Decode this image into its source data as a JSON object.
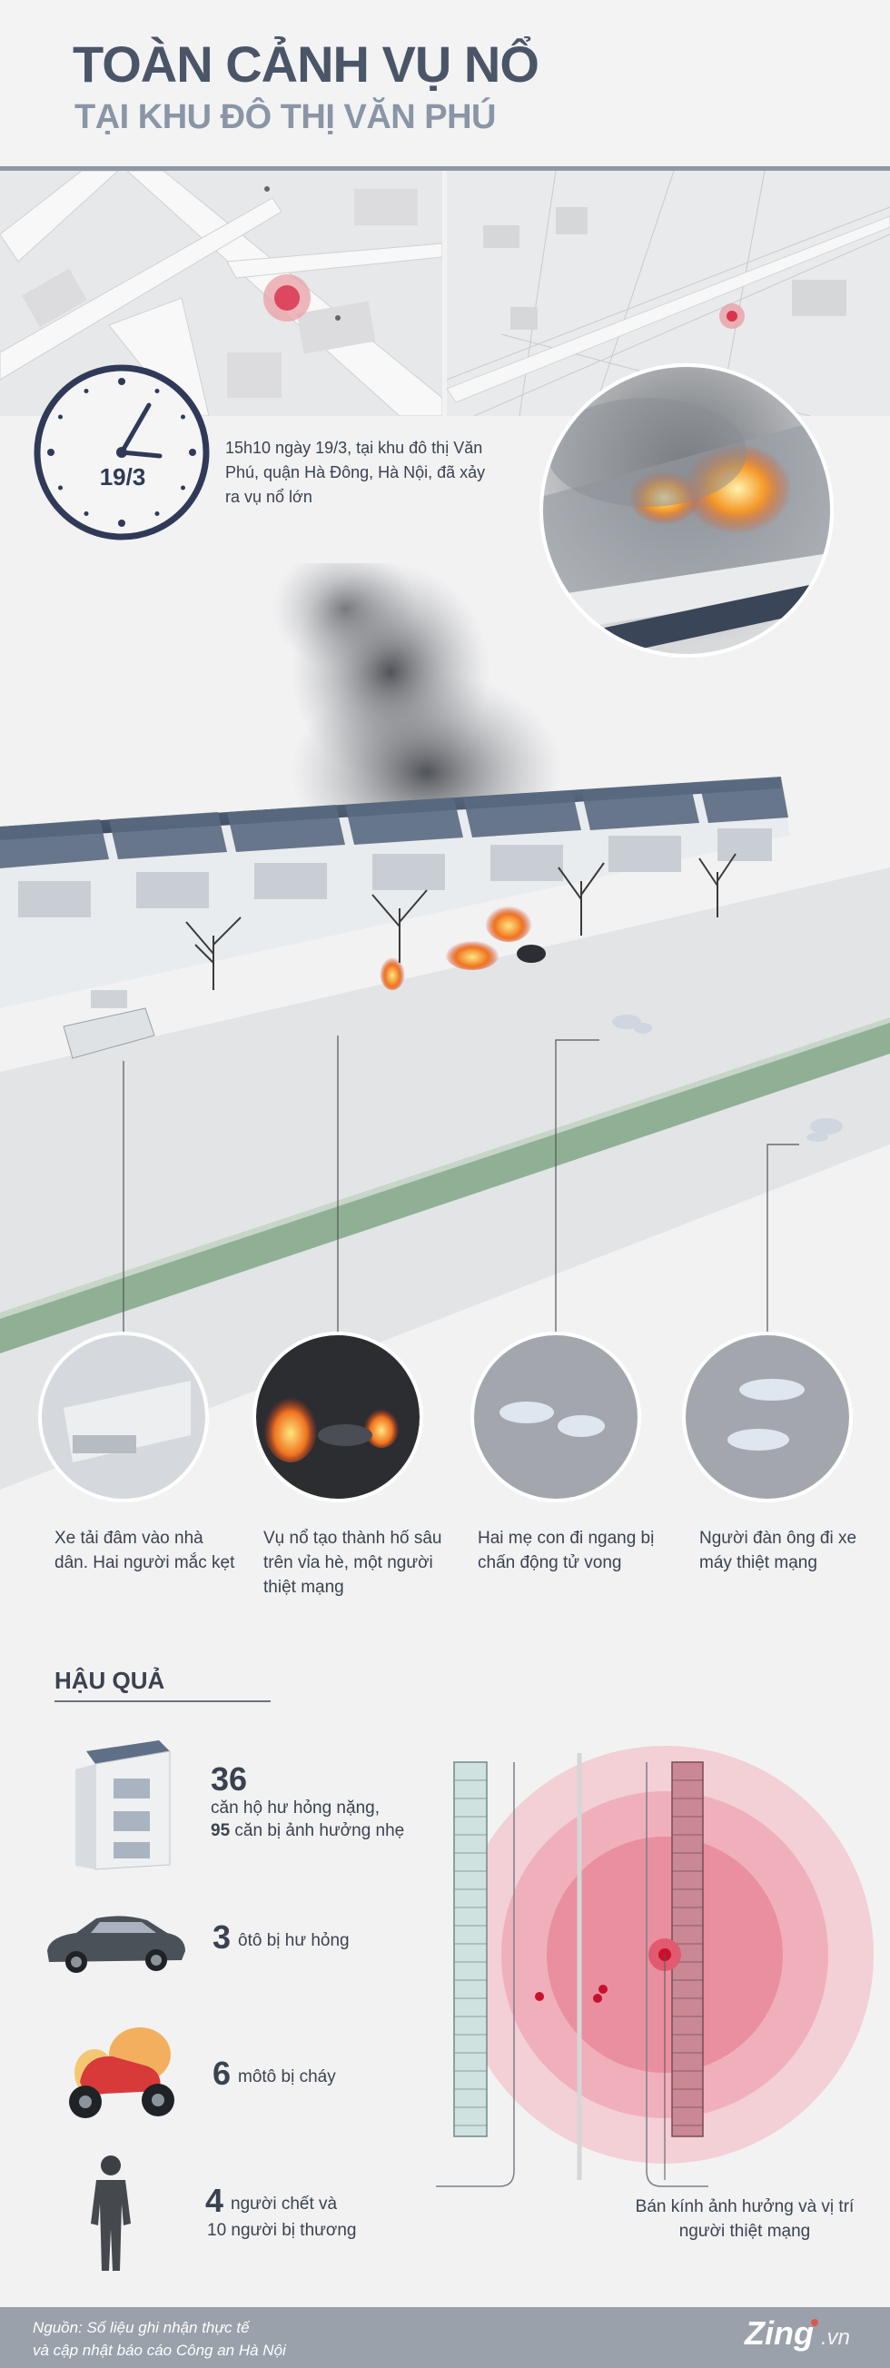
{
  "header": {
    "title": "TOÀN CẢNH VỤ NỔ",
    "subtitle": "TẠI KHU ĐÔ THỊ VĂN PHÚ"
  },
  "intro": {
    "date": "19/3",
    "description": "15h10 ngày 19/3, tại khu đô thị Văn Phú, quận Hà Đông, Hà Nội, đã xảy ra vụ nổ lớn"
  },
  "victims": [
    {
      "text": "Xe tải đâm vào nhà dân. Hai người mắc kẹt"
    },
    {
      "text": "Vụ nổ tạo thành hố sâu trên vỉa hè, một người thiệt mạng"
    },
    {
      "text": "Hai mẹ con đi ngang bị chấn động tử vong"
    },
    {
      "text": "Người đàn ông đi xe máy thiệt mạng"
    }
  ],
  "consequences": {
    "title": "HẬU QUẢ",
    "stat1": {
      "num": "36",
      "line1": "căn hộ hư hỏng nặng,",
      "num2": "95",
      "line2": "căn bị ảnh hưởng nhẹ"
    },
    "stat2": {
      "num": "3",
      "text": "ôtô bị hư hỏng"
    },
    "stat3": {
      "num": "6",
      "text": "môtô bị cháy"
    },
    "stat4": {
      "num": "4",
      "text": "người chết và",
      "text2": "10 người bị thương"
    },
    "radius_label": "Bán kính ảnh hưởng và vị trí người thiệt mạng"
  },
  "footer": {
    "source_line1": "Nguồn: Số liệu ghi nhận thực tế",
    "source_line2": "và cập nhật báo cáo Công an Hà Nội",
    "brand": "Zing",
    "brand_suffix": ".vn"
  },
  "colors": {
    "accent_red": "#d9344f",
    "header_text": "#4a5568",
    "subtitle_text": "#8a95a6",
    "footer_bg": "#9aa1ab"
  }
}
